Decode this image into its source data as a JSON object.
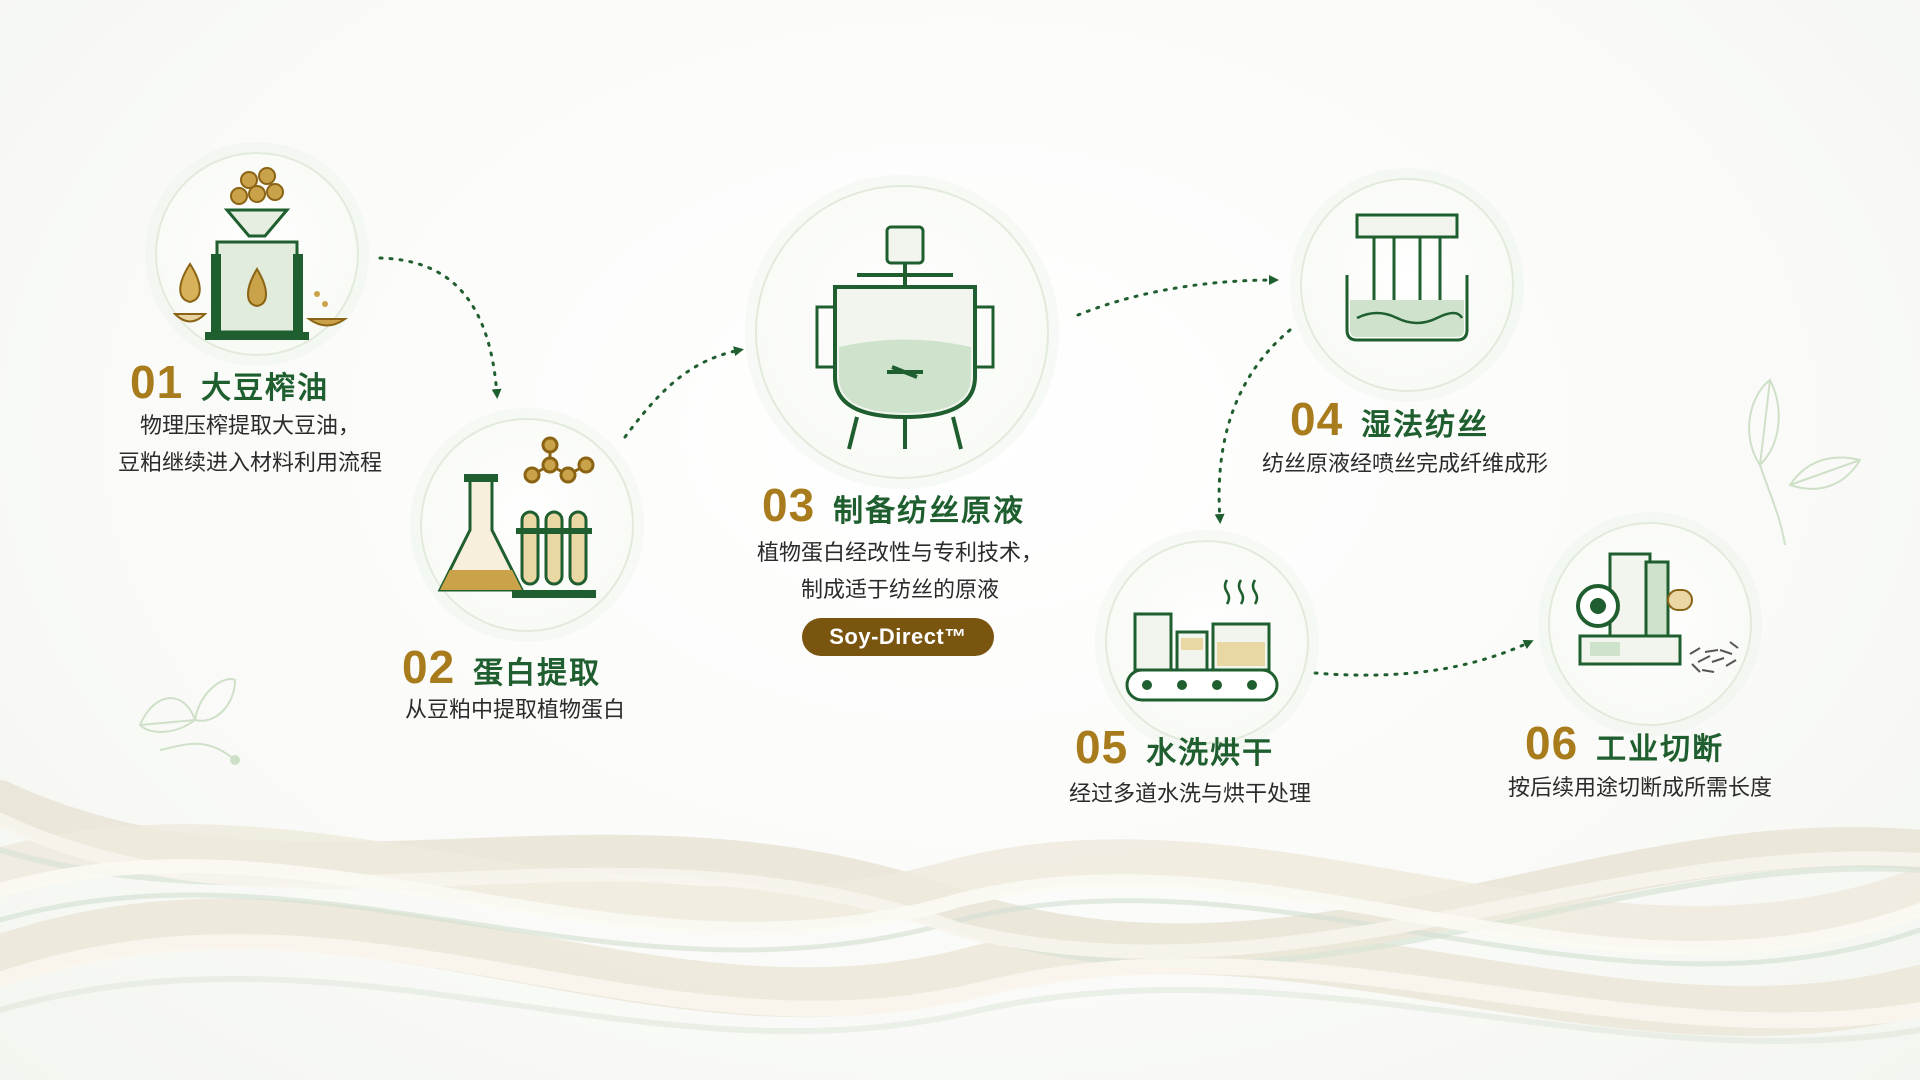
{
  "colors": {
    "number_gold": "#a87b1c",
    "title_green": "#1f5e2e",
    "badge_brown": "#7a5510",
    "arrow_green": "#1f5e2e"
  },
  "steps": [
    {
      "num": "01",
      "title": "大豆榨油",
      "desc": [
        "物理压榨提取大豆油，",
        "豆粕继续进入材料利用流程"
      ],
      "icon": "oil-press-icon"
    },
    {
      "num": "02",
      "title": "蛋白提取",
      "desc": [
        "从豆粕中提取植物蛋白"
      ],
      "icon": "lab-flask-icon"
    },
    {
      "num": "03",
      "title": "制备纺丝原液",
      "desc": [
        "植物蛋白经改性与专利技术，",
        "制成适于纺丝的原液"
      ],
      "badge": "Soy-Direct™",
      "icon": "mixing-tank-icon"
    },
    {
      "num": "04",
      "title": "湿法纺丝",
      "desc": [
        "纺丝原液经喷丝完成纤维成形"
      ],
      "icon": "spinneret-bath-icon"
    },
    {
      "num": "05",
      "title": "水洗烘干",
      "desc": [
        "经过多道水洗与烘干处理"
      ],
      "icon": "conveyor-dryer-icon"
    },
    {
      "num": "06",
      "title": "工业切断",
      "desc": [
        "按后续用途切断成所需长度"
      ],
      "icon": "cutting-machine-icon"
    }
  ]
}
